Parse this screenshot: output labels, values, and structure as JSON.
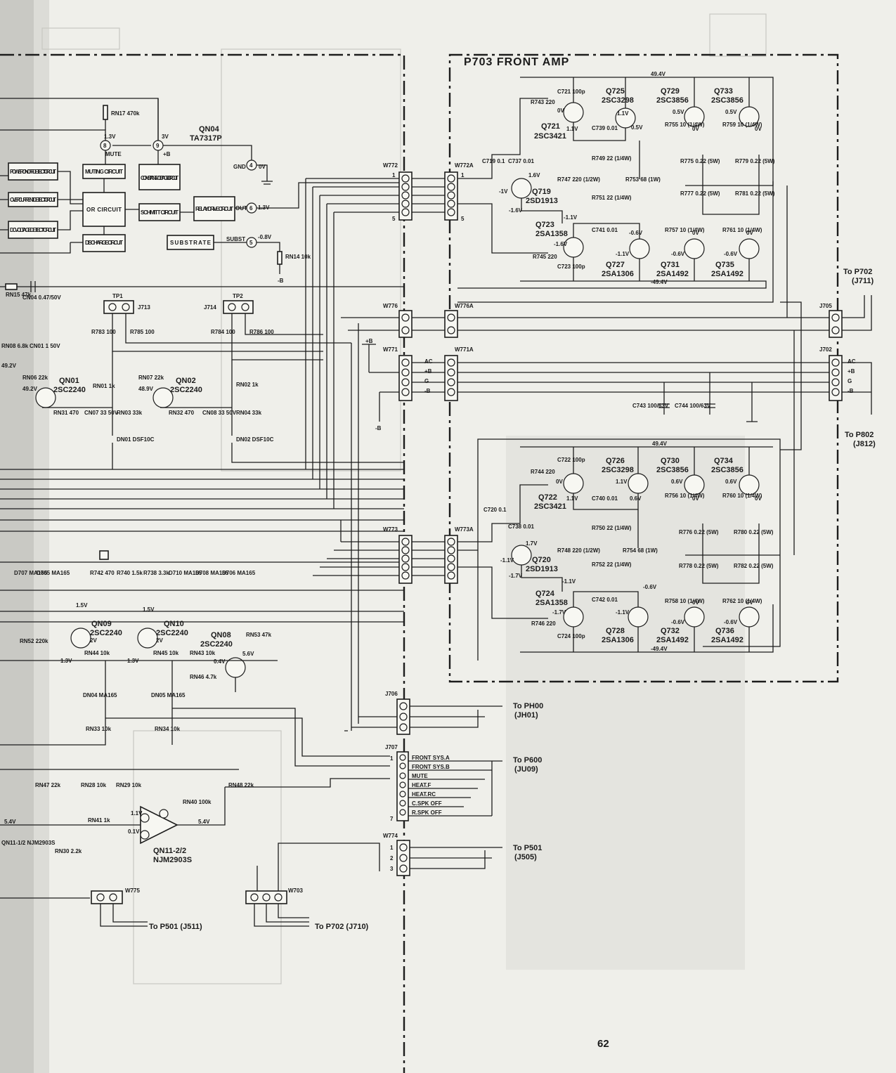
{
  "title": "P703   FRONT AMP",
  "page_number": "62",
  "left_section": {
    "qn04": {
      "ref": "QN04",
      "part": "TA7317P"
    },
    "blocks": {
      "power": "POWER ON/OFF DETECT CIRCUIT",
      "overcurrent": "OVER CURRENT DETECT CIRCUIT",
      "dcvoltage": "DC VOLTAGE DETECT CIRCUIT",
      "muting": "MUTING CIRCUIT",
      "or": "OR CIRCUIT",
      "discharge": "DISCHARGE CIRCUIT",
      "constant": "CONSTANT VOLTAGE CIRCUIT",
      "schmitt": "SCHMITT CIRCUIT",
      "relay": "RELAY DRIVE CIRCUIT",
      "substrate": "SUBSTRATE"
    },
    "pin_labels": {
      "mute": "MUTE",
      "plusb": "+B",
      "gnd": "GND",
      "out": "OUT",
      "subst": "SUBST"
    },
    "voltages": [
      "1.3V",
      "3V",
      "0V",
      "1.3V",
      "-0.8V"
    ],
    "rn17": "RN17 470k",
    "rn14": "RN14 10k",
    "minus_b": "-B",
    "rn15": "RN15 47k",
    "cn04": "CN04 0.47/50V",
    "tp1": "TP1",
    "tp2": "TP2",
    "j713": "J713",
    "j714": "J714",
    "r783": "R783 100",
    "r785": "R785 100",
    "r784": "R784 100",
    "r786": "R786 100",
    "qn01": {
      "ref": "QN01",
      "part": "2SC2240"
    },
    "qn02": {
      "ref": "QN02",
      "part": "2SC2240"
    },
    "rn08": "RN08 6.8k",
    "cn01": "CN01 1 50V",
    "rn06": "RN06 22k",
    "v492a": "49.2V",
    "v492b": "49.2V",
    "rn01": "RN01 1k",
    "rn31": "RN31 470",
    "cn07": "CN07 33 50V",
    "rn03": "RN03 33k",
    "dn01": "DN01 DSF10C",
    "rn07": "RN07 22k",
    "v489": "48.9V",
    "rn32": "RN32 470",
    "cn08": "CN08 33 50V",
    "rn02": "RN02 1k",
    "rn04": "RN04 33k",
    "dn02": "DN02 DSF10C",
    "diodes": [
      "D707 MA165",
      "D705 MA165",
      "R742 470",
      "R740 1.5k",
      "R738 3.3k",
      "D710 MA165",
      "D708 MA165",
      "D706 MA165"
    ],
    "qn09": {
      "ref": "QN09",
      "part": "2SC2240"
    },
    "qn10": {
      "ref": "QN10",
      "part": "2SC2240"
    },
    "qn08": {
      "ref": "QN08",
      "part": "2SC2240"
    },
    "rn52": "RN52 220k",
    "rn44": "RN44 10k",
    "rn45": "RN45 10k",
    "rn43": "RN43 10k",
    "rn46": "RN46 4.7k",
    "rn53": "RN53 47k",
    "v15a": "1.5V",
    "v15b": "1.5V",
    "v2a": "2V",
    "v2b": "2V",
    "v13a": "1.3V",
    "v13b": "1.3V",
    "v04": "0.4V",
    "v56": "5.6V",
    "dn04": "DN04 MA165",
    "dn05": "DN05 MA165",
    "rn33": "RN33 10k",
    "rn34": "RN34 10k",
    "rn47": "RN47 22k",
    "rn28": "RN28 10k",
    "rn29": "RN29 10k",
    "rn48": "RN48 22k",
    "rn40": "RN40 100k",
    "rn41": "RN41 1k",
    "rn30": "RN30 2.2k",
    "qn11a": "QN11-1/2 NJM2903S",
    "qn11b": {
      "ref": "QN11-2/2",
      "part": "NJM2903S"
    },
    "v54a": "5.4V",
    "v54b": "5.4V",
    "v11": "1.1V",
    "v01": "0.1V",
    "w775": "W775",
    "w703": "W703"
  },
  "connectors": {
    "w772": "W772",
    "w772a": "W772A",
    "w776": "W776",
    "w776a": "W776A",
    "w771": "W771",
    "w771a": "W771A",
    "w773": "W773",
    "w773a": "W773A",
    "w771_signals": [
      "AC",
      "+B",
      "G",
      "-B"
    ],
    "j706": "J706",
    "j707": "J707",
    "w774": "W774",
    "j705": "J705",
    "j702": "J702",
    "j702_signals": [
      "AC",
      "+B",
      "G",
      "-B"
    ],
    "j707_signals": [
      "FRONT SYS.A",
      "FRONT SYS.B",
      "MUTE",
      "HEAT.F",
      "HEAT.RC",
      "C.SPK OFF",
      "R.SPK OFF"
    ],
    "c743": "C743 100/63V",
    "c744": "C744 100/63V"
  },
  "destinations": {
    "p702_j711": [
      "To P702",
      "(J711)"
    ],
    "p802_j812": [
      "To P802",
      "(J812)"
    ],
    "ph00": [
      "To PH00",
      "(JH01)"
    ],
    "p600": [
      "To P600",
      "(JU09)"
    ],
    "p501_j505": [
      "To P501",
      "(J505)"
    ],
    "p501_j511": "To P501 (J511)",
    "p702_j710": "To P702 (J710)"
  },
  "upper_amp": {
    "q719": {
      "ref": "Q719",
      "part": "2SD1913"
    },
    "q721": {
      "ref": "Q721",
      "part": "2SC3421"
    },
    "q723": {
      "ref": "Q723",
      "part": "2SA1358"
    },
    "q725": {
      "ref": "Q725",
      "part": "2SC3298"
    },
    "q727": {
      "ref": "Q727",
      "part": "2SA1306"
    },
    "q729": {
      "ref": "Q729",
      "part": "2SC3856"
    },
    "q731": {
      "ref": "Q731",
      "part": "2SA1492"
    },
    "q733": {
      "ref": "Q733",
      "part": "2SC3856"
    },
    "q735": {
      "ref": "Q735",
      "part": "2SA1492"
    },
    "parts": [
      "C721 100p",
      "R743 220",
      "C739 0.01",
      "R749 22 (1/4W)",
      "C719 0.1",
      "C737 0.01",
      "R747 220 (1/2W)",
      "R753 68 (1W)",
      "R751 22 (1/4W)",
      "C741 0.01",
      "R745 220",
      "C723 100p",
      "R755 10 (1/4W)",
      "R759 10 (1/4W)",
      "R775 0.22 (5W)",
      "R779 0.22 (5W)",
      "R777 0.22 (5W)",
      "R781 0.22 (5W)",
      "R757 10 (1/4W)",
      "R761 10 (1/4W)"
    ],
    "rail_pos": "49.4V",
    "rail_neg": "-49.4V",
    "volts": [
      "0V",
      "1.1V",
      "1.1V",
      "0.5V",
      "0.5V",
      "0V",
      "0.5V",
      "0V",
      "1.6V",
      "-1V",
      "-1.6V",
      "-1.1V",
      "-1.6V",
      "-0.6V",
      "-1.1V",
      "-0.6V",
      "0V",
      "-0.6V",
      "0V"
    ]
  },
  "lower_amp": {
    "q720": {
      "ref": "Q720",
      "part": "2SD1913"
    },
    "q722": {
      "ref": "Q722",
      "part": "2SC3421"
    },
    "q724": {
      "ref": "Q724",
      "part": "2SA1358"
    },
    "q726": {
      "ref": "Q726",
      "part": "2SC3298"
    },
    "q728": {
      "ref": "Q728",
      "part": "2SA1306"
    },
    "q730": {
      "ref": "Q730",
      "part": "2SC3856"
    },
    "q732": {
      "ref": "Q732",
      "part": "2SA1492"
    },
    "q734": {
      "ref": "Q734",
      "part": "2SC3856"
    },
    "q736": {
      "ref": "Q736",
      "part": "2SA1492"
    },
    "parts": [
      "C722 100p",
      "R744 220",
      "C740 0.01",
      "R750 22 (1/4W)",
      "C720 0.1",
      "C738 0.01",
      "R748 220 (1/2W)",
      "R754 68 (1W)",
      "R752 22 (1/4W)",
      "C742 0.01",
      "R746 220",
      "C724 100p",
      "R756 10 (1/4W)",
      "R760 10 (1/4W)",
      "R776 0.22 (5W)",
      "R780 0.22 (5W)",
      "R778 0.22 (5W)",
      "R782 0.22 (5W)",
      "R758 10 (1/4W)",
      "R762 10 (1/4W)"
    ],
    "rail_pos": "49.4V",
    "rail_neg": "-49.4V",
    "volts": [
      "0V",
      "1.1V",
      "1.1V",
      "0.6V",
      "0.6V",
      "0V",
      "0.6V",
      "0V",
      "1.7V",
      "-1.1V",
      "-1.7V",
      "-1.1V",
      "-1.7V",
      "-0.6V",
      "-1.1V",
      "-0.6V",
      "0V",
      "-0.6V",
      "0V"
    ]
  }
}
